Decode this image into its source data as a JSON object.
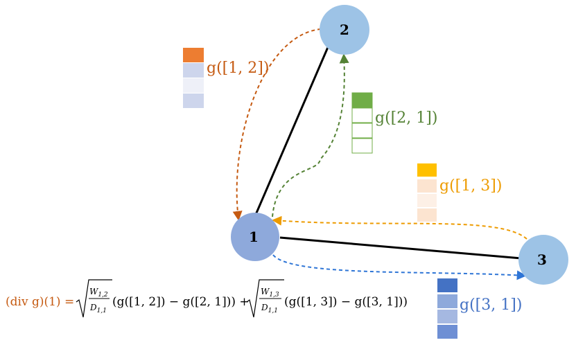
{
  "nodes": [
    {
      "id": "1",
      "label": "1",
      "color": "#8EA9DB"
    },
    {
      "id": "2",
      "label": "2",
      "color": "#9DC3E6"
    },
    {
      "id": "3",
      "label": "3",
      "color": "#9DC3E6"
    }
  ],
  "edges": [
    {
      "from": "1",
      "to": "2"
    },
    {
      "from": "1",
      "to": "3"
    }
  ],
  "signals": [
    {
      "id": "g12",
      "label": "g([1, 2])",
      "color": "#C55A11",
      "cells": [
        "#ED7D31",
        "#CDD5EC",
        "#EEF0F8",
        "#CDD5EC"
      ]
    },
    {
      "id": "g21",
      "label": "g([2, 1])",
      "color": "#548235",
      "cells": [
        "#70AD47",
        "#FFFFFF",
        "#FFFFFF",
        "#FFFFFF"
      ]
    },
    {
      "id": "g13",
      "label": "g([1, 3])",
      "color": "#ED9B00",
      "cells": [
        "#FFC000",
        "#FCE4D0",
        "#FDF0E6",
        "#FCE4D0"
      ]
    },
    {
      "id": "g31",
      "label": "g([3, 1])",
      "color": "#4472C4",
      "cells": [
        "#4472C4",
        "#8EA9DB",
        "#A5B8E1",
        "#6E8FD4"
      ]
    }
  ],
  "formula": {
    "lhs": "(div g)(1) =",
    "w12": "W",
    "w12_sub": "1,2",
    "d11": "D",
    "d11_sub": "1,1",
    "term1": "(g([1, 2]) − g([2, 1])) +",
    "w13": "W",
    "w13_sub": "1,3",
    "d11b": "D",
    "d11b_sub": "1,1",
    "term2": "(g([1, 3]) − g([3, 1]))",
    "lhs_color": "#C55A11"
  }
}
